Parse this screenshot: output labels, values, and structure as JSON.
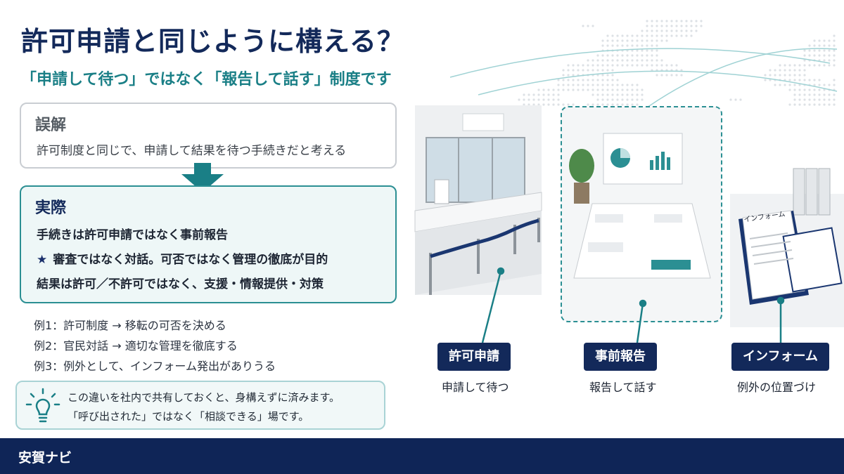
{
  "title": "許可申請と同じように構える？",
  "subtitle": "「申請して待つ」ではなく「報告して話す」制度です",
  "misconception": {
    "heading": "誤解",
    "text": "許可制度と同じで、申請して結果を待つ手続きだと考える"
  },
  "reality": {
    "heading": "実際",
    "line1": "手続きは許可申請ではなく事前報告",
    "line2_icon": "★",
    "line2": "審査ではなく対話。可否ではなく管理の徹底が目的",
    "line3": "結果は許可／不許可ではなく、支援・情報提供・対策"
  },
  "examples": [
    "例1：許可制度 → 移転の可否を決める",
    "例2：官民対話 → 適切な管理を徹底する",
    "例3：例外として、インフォーム発出がありうる"
  ],
  "tip": {
    "icon": "lightbulb-icon",
    "line1": "この違いを社内で共有しておくと、身構えずに済みます。",
    "line2": "「呼び出された」ではなく「相談できる」場です。"
  },
  "scenes": [
    {
      "label": "許可申請",
      "caption": "申請して待つ"
    },
    {
      "label": "事前報告",
      "caption": "報告して話す"
    },
    {
      "label": "インフォーム",
      "caption": "例外の位置づけ"
    }
  ],
  "document_title": "インフォーム",
  "footer": {
    "brand": "安賀ナビ"
  },
  "colors": {
    "navy": "#13295a",
    "teal": "#1a7f86",
    "footer": "#0f2557"
  }
}
